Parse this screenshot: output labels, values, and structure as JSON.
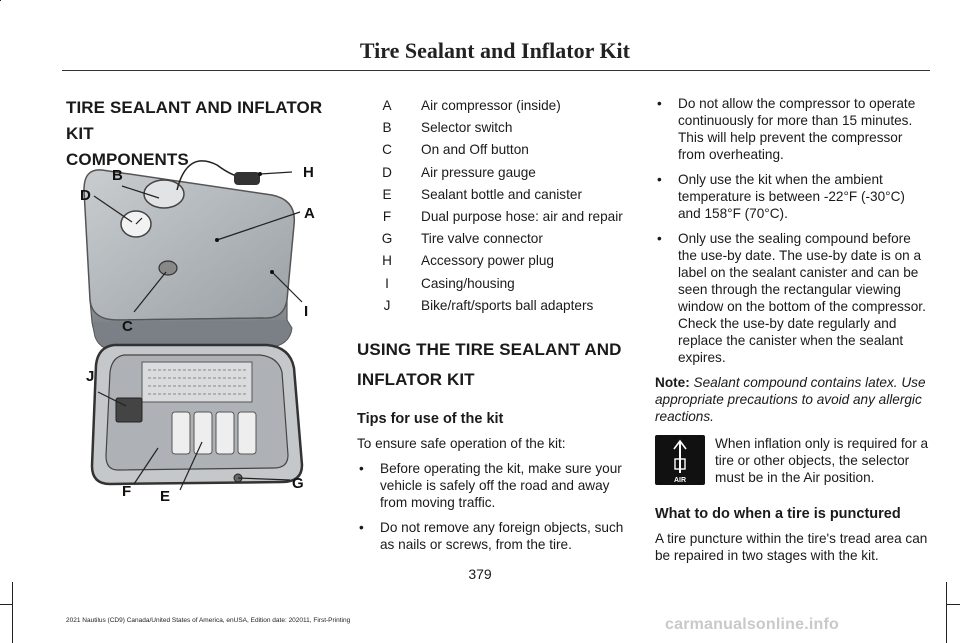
{
  "header": {
    "title": "Tire Sealant and Inflator Kit"
  },
  "column1": {
    "heading_line1": "TIRE SEALANT AND INFLATOR KIT",
    "heading_line2": "COMPONENTS",
    "callouts": [
      "B",
      "H",
      "D",
      "A",
      "I",
      "C",
      "J",
      "G",
      "F",
      "E"
    ]
  },
  "legend": [
    {
      "letter": "A",
      "text": "Air compressor (inside)"
    },
    {
      "letter": "B",
      "text": "Selector switch"
    },
    {
      "letter": "C",
      "text": "On and Off button"
    },
    {
      "letter": "D",
      "text": "Air pressure gauge"
    },
    {
      "letter": "E",
      "text": "Sealant bottle and canister"
    },
    {
      "letter": "F",
      "text": "Dual purpose hose: air and repair"
    },
    {
      "letter": "G",
      "text": "Tire valve connector"
    },
    {
      "letter": "H",
      "text": "Accessory power plug"
    },
    {
      "letter": "I",
      "text": "Casing/housing"
    },
    {
      "letter": "J",
      "text": "Bike/raft/sports ball adapters"
    }
  ],
  "using": {
    "heading_line1": "USING THE TIRE SEALANT AND",
    "heading_line2": "INFLATOR KIT",
    "tips_heading": "Tips for use of the kit",
    "intro": "To ensure safe operation of the kit:",
    "bullets": [
      "Before operating the kit, make sure your vehicle is safely off the road and away from moving traffic.",
      "Do not remove any foreign objects, such as nails or screws, from the tire."
    ]
  },
  "column3": {
    "bullets": [
      "Do not allow the compressor to operate continuously for more than 15 minutes. This will help prevent the compressor from overheating.",
      "Only use the kit when the ambient temperature is between -22°F (-30°C) and 158°F (70°C).",
      "Only use the sealing compound before the use-by date. The use-by date is on a label on the sealant canister and can be seen through the rectangular viewing window on the bottom of the compressor. Check the use-by date regularly and replace the canister when the sealant expires."
    ],
    "note_label": "Note:",
    "note_text": "Sealant compound contains latex. Use appropriate precautions to avoid any allergic reactions.",
    "air_icon_label": "AIR",
    "air_text": "When inflation only is required for a tire or other objects, the selector must be in the Air position.",
    "puncture_heading": "What to do when a tire is punctured",
    "puncture_text": "A tire puncture within the tire's tread area can be repaired in two stages with the kit."
  },
  "footer": {
    "page_number": "379",
    "edition": "2021 Nautilus (CD9) Canada/United States of America, enUSA, Edition date: 202011, First-Printing",
    "watermark": "carmanualsonline.info"
  }
}
